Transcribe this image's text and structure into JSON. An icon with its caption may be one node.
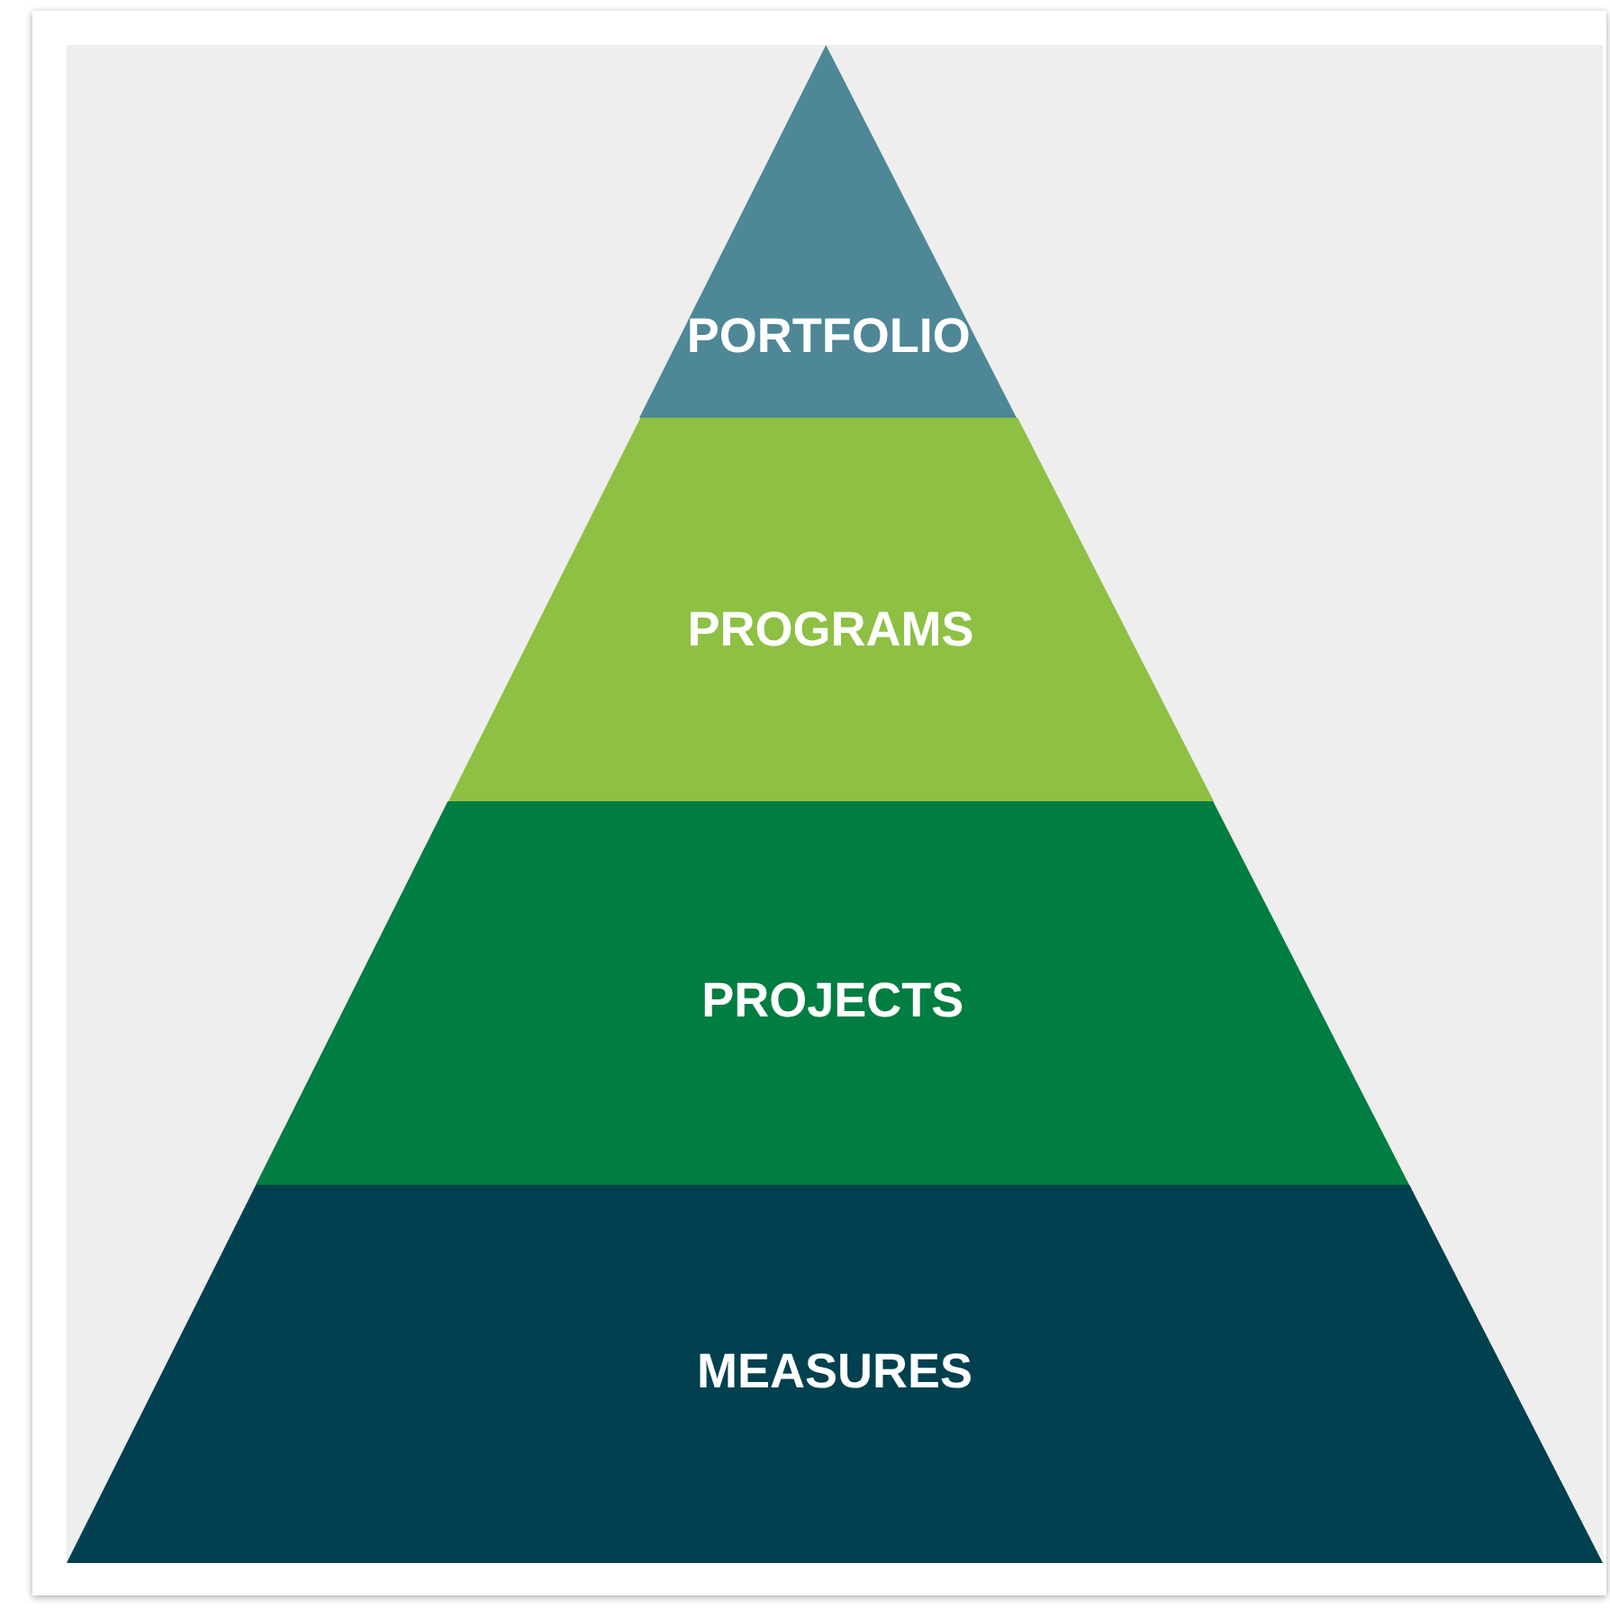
{
  "diagram": {
    "nodes": [
      {
        "text": [
          "PORTFOLIO"
        ]
      },
      {
        "text": [
          "PROGRAMS"
        ]
      },
      {
        "text": [
          "PROJECTS"
        ]
      },
      {
        "text": [
          "MEASURES"
        ]
      }
    ]
  }
}
